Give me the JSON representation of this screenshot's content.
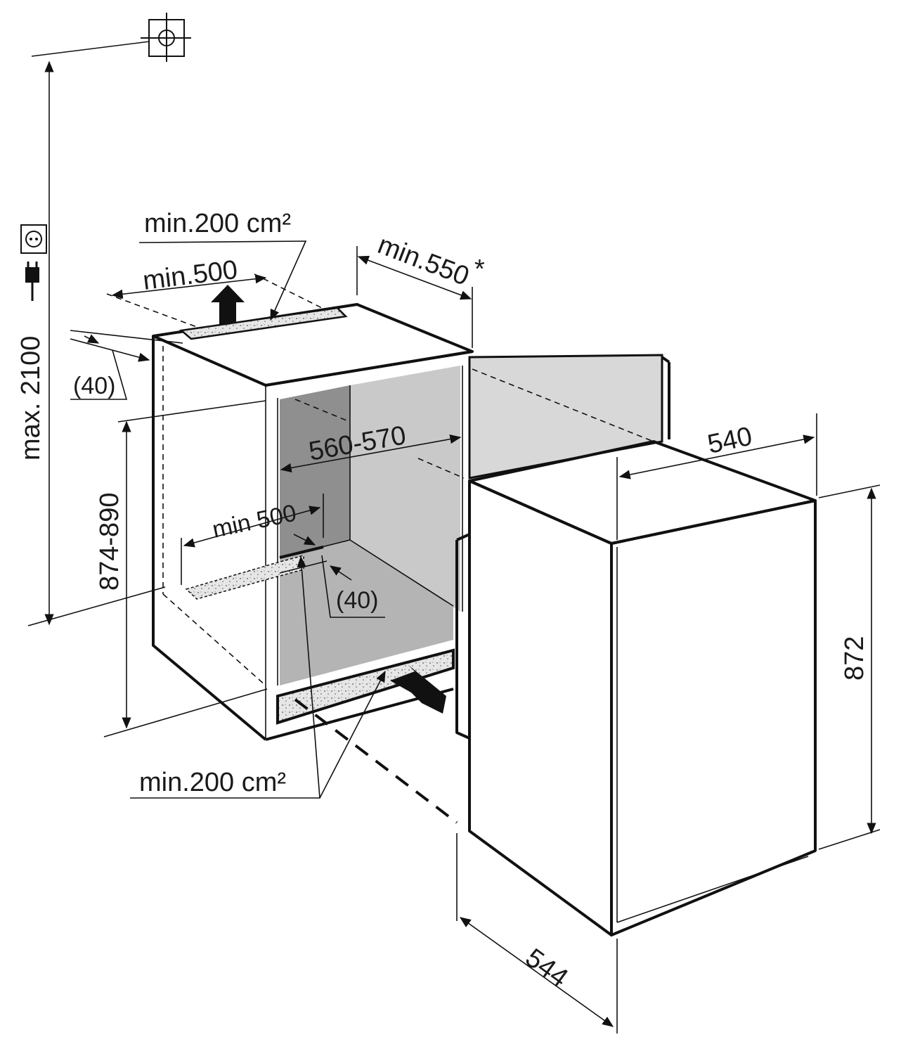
{
  "diagram": {
    "colors": {
      "line": "#111111",
      "niche_back": "#8f8f8f",
      "niche_side": "#c9c9c9",
      "niche_floor": "#b4b4b4",
      "door": "#d8d8d8",
      "vent_fill": "#e6e6e6",
      "background": "#ffffff"
    },
    "icons": [
      "wall-mount-symbol-icon",
      "power-socket-icon",
      "power-plug-icon",
      "airflow-arrow-icon"
    ],
    "labels": {
      "vent_top_area": "min.200 cm²",
      "vent_top_width": "min.500",
      "niche_depth_min": "min.550",
      "niche_depth_note": "*",
      "top_gap": "(40)",
      "niche_width": "560-570",
      "niche_height": "874-890",
      "floor_vent_width": "min 500",
      "floor_gap": "(40)",
      "vent_bottom_area": "min.200 cm²",
      "socket_height": "max. 2100",
      "appliance_width": "540",
      "appliance_height": "872",
      "appliance_depth": "544"
    }
  }
}
